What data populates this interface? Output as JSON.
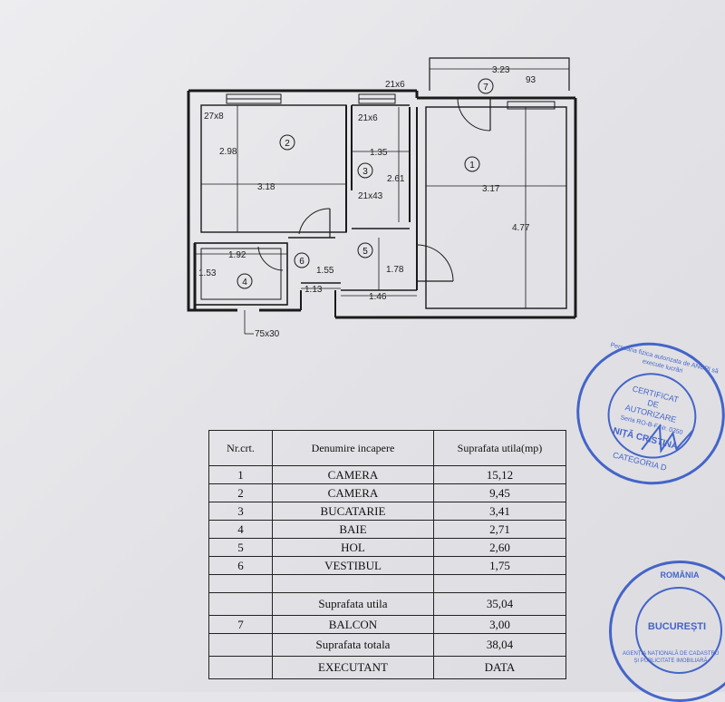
{
  "rooms": [
    {
      "id": "1",
      "label": "1"
    },
    {
      "id": "2",
      "label": "2"
    },
    {
      "id": "3",
      "label": "3"
    },
    {
      "id": "4",
      "label": "4"
    },
    {
      "id": "5",
      "label": "5"
    },
    {
      "id": "6",
      "label": "6"
    },
    {
      "id": "7",
      "label": "7"
    }
  ],
  "dimensions": {
    "d323": "3.23",
    "d93": "93",
    "d21x6a": "21x6",
    "d27x8": "27x8",
    "d21x6b": "21x6",
    "d298": "2.98",
    "d318": "3.18",
    "d135": "1.35",
    "d261": "2.61",
    "d21x43": "21x43",
    "d317": "3.17",
    "d477": "4.77",
    "d192": "1.92",
    "d153": "1.53",
    "d155": "1.55",
    "d178": "1.78",
    "d113": "1.13",
    "d146": "1.46",
    "d75x30": "75x30"
  },
  "table": {
    "header": {
      "nr": "Nr.crt.",
      "name": "Denumire incapere",
      "area": "Suprafata utila(mp)"
    },
    "rows": [
      {
        "nr": "1",
        "name": "CAMERA",
        "area": "15,12"
      },
      {
        "nr": "2",
        "name": "CAMERA",
        "area": "9,45"
      },
      {
        "nr": "3",
        "name": "BUCATARIE",
        "area": "3,41"
      },
      {
        "nr": "4",
        "name": "BAIE",
        "area": "2,71"
      },
      {
        "nr": "5",
        "name": "HOL",
        "area": "2,60"
      },
      {
        "nr": "6",
        "name": "VESTIBUL",
        "area": "1,75"
      }
    ],
    "utila_label": "Suprafata utila",
    "utila_value": "35,04",
    "balcon_nr": "7",
    "balcon_label": "BALCON",
    "balcon_value": "3,00",
    "totala_label": "Suprafata totala",
    "totala_value": "38,04",
    "executant_label": "EXECUTANT",
    "data_label": "DATA"
  },
  "stamp1": {
    "top": "Persoana fizica autorizata de ANCPI să execute lucrări",
    "center1": "CERTIFICAT",
    "center2": "DE",
    "center3": "AUTORIZARE",
    "series": "Seria RO-B-F Nr. 0350",
    "name": "NIȚĂ CRISTINA",
    "category": "CATEGORIA D"
  },
  "stamp2": {
    "country": "ROMÂNIA",
    "city": "BUCUREȘTI",
    "agency": "AGENȚIA NAȚIONALĂ DE CADASTRU ȘI PUBLICITATE IMOBILIARĂ"
  },
  "colors": {
    "ink": "#1a1a1a",
    "stamp": "#2a4fc4"
  }
}
